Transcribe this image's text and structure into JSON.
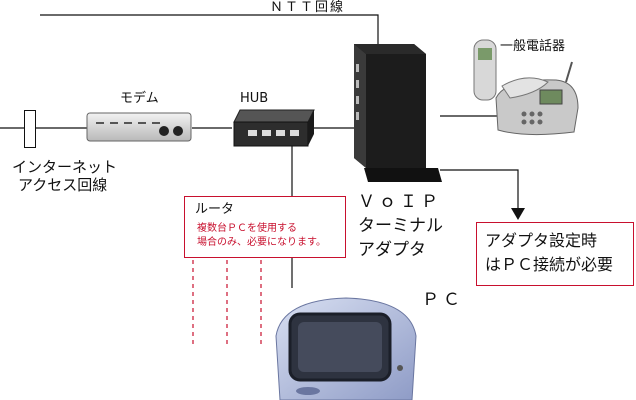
{
  "labels": {
    "ntt_line": "ＮＴＴ回線",
    "phone": "一般電話器",
    "modem": "モデム",
    "hub": "HUB",
    "internet_line_1": "インターネット",
    "internet_line_2": "アクセス回線",
    "voip_1": "ＶｏＩＰ",
    "voip_2": "ターミナル",
    "voip_3": "アダプタ",
    "pc": "ＰＣ"
  },
  "router_note": {
    "title": "ルータ",
    "line1": "複数台ＰＣを使用する",
    "line2": "場合のみ、必要になります。"
  },
  "pc_note": {
    "line1": "アダプタ設定時",
    "line2": "はＰＣ接続が必要"
  },
  "colors": {
    "note_border": "#c8102e",
    "note_small_text": "#c8102e",
    "dashed_line": "#c8102e",
    "wire": "#111111"
  }
}
